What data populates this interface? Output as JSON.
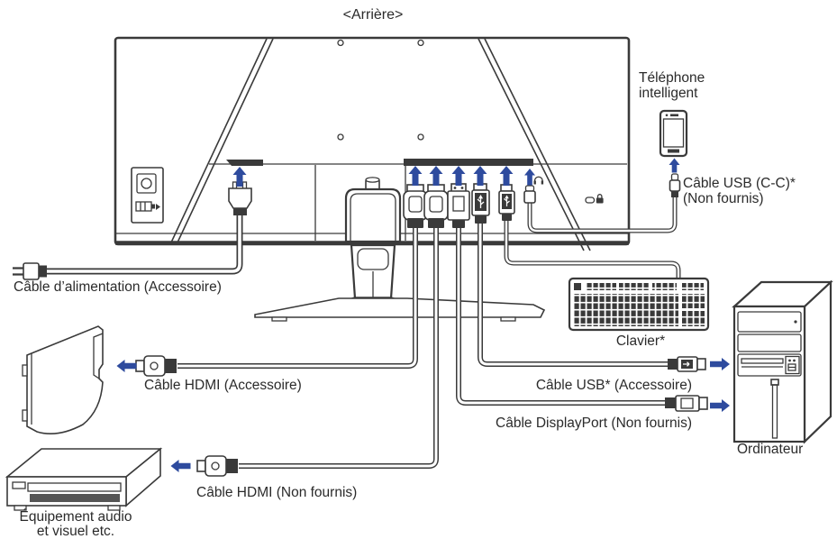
{
  "title": "<Arrière>",
  "labels": {
    "phone_line1": "Téléphone",
    "phone_line2": "intelligent",
    "usb_cc_line1": "Câble USB (C-C)*",
    "usb_cc_line2": "(Non fournis)",
    "power": "Câble d’alimentation (Accessoire)",
    "hdmi_top": "Câble HDMI (Accessoire)",
    "hdmi_bottom": "Câble HDMI (Non fournis)",
    "usb": "Câble USB* (Accessoire)",
    "displayport": "Câble DisplayPort (Non fournis)",
    "keyboard": "Clavier*",
    "computer": "Ordinateur",
    "av_line1": "Équipement audio",
    "av_line2": "et visuel etc."
  },
  "colors": {
    "line": "#3a3a3a",
    "arrow_blue": "#2e4b9e",
    "text": "#2b2b2b"
  }
}
